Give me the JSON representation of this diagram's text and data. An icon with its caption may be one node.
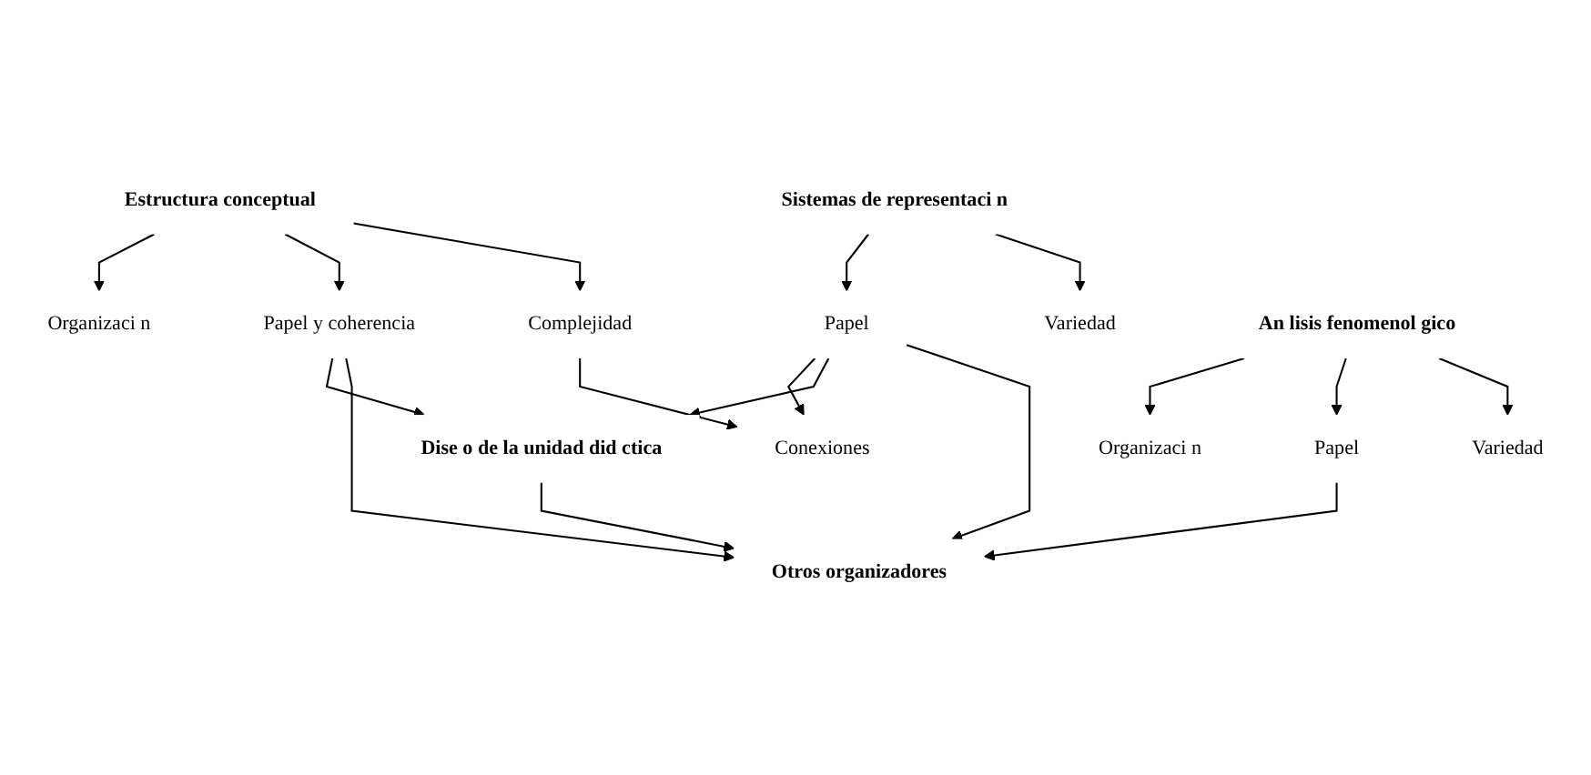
{
  "diagram": {
    "nodes": [
      {
        "text": [
          "Estructura conceptual"
        ]
      },
      {
        "text": [
          "Sistemas de representaci n"
        ]
      },
      {
        "text": [
          "Organizaci n"
        ]
      },
      {
        "text": [
          "Papel y coherencia"
        ]
      },
      {
        "text": [
          "Complejidad"
        ]
      },
      {
        "text": [
          "Conexiones"
        ]
      },
      {
        "text": [
          "Papel"
        ]
      },
      {
        "text": [
          "Variedad"
        ]
      },
      {
        "text": [
          "Dise o de la unidad did ctica"
        ]
      },
      {
        "text": [
          "Otros organizadores"
        ]
      },
      {
        "text": [
          "Organizaci n"
        ]
      },
      {
        "text": [
          "Papel"
        ]
      },
      {
        "text": [
          "Variedad"
        ]
      },
      {
        "text": [
          "An lisis fenomenol gico"
        ]
      }
    ],
    "edges": [
      {
        "from": 0,
        "to": 2,
        "arrow": "to"
      },
      {
        "from": 0,
        "to": 3,
        "arrow": "to"
      },
      {
        "from": 0,
        "to": 4,
        "arrow": "to"
      },
      {
        "from": 1,
        "to": 6,
        "arrow": "to"
      },
      {
        "from": 1,
        "to": 7,
        "arrow": "to"
      },
      {
        "from": 4,
        "to": 5,
        "arrow": "to"
      },
      {
        "from": 6,
        "to": 5,
        "arrow": "to"
      },
      {
        "from": 3,
        "to": 8,
        "arrow": "to"
      },
      {
        "from": 3,
        "to": 9,
        "arrow": "to"
      },
      {
        "from": 6,
        "to": 8,
        "arrow": "to"
      },
      {
        "from": 6,
        "to": 9,
        "arrow": "to"
      },
      {
        "from": 8,
        "to": 9,
        "arrow": "to"
      },
      {
        "from": 11,
        "to": 9,
        "arrow": "to"
      },
      {
        "from": 13,
        "to": 10,
        "arrow": "to"
      },
      {
        "from": 13,
        "to": 11,
        "arrow": "to"
      },
      {
        "from": 13,
        "to": 12,
        "arrow": "to"
      }
    ]
  }
}
